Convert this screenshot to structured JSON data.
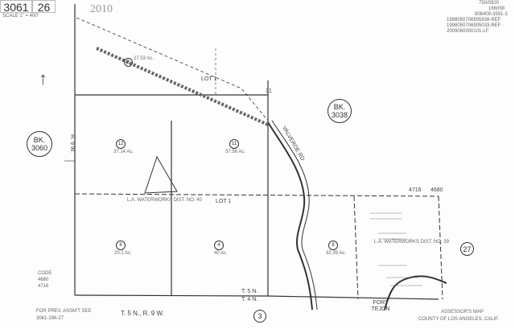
{
  "header": {
    "book": "3061",
    "page": "26",
    "scale_label": "SCALE 1\" = 400'",
    "stamp": "2010"
  },
  "top_right_notes": [
    "750/0920",
    "166058",
    "806409-3591-3",
    "1998050706905938-REF",
    "1998050706905033-REF",
    "2009060300101-LF"
  ],
  "neighbor_books": [
    {
      "label": "BK.",
      "number": "3060"
    },
    {
      "label": "BK.",
      "number": "3038"
    }
  ],
  "parcels": [
    "2",
    "12",
    "11",
    "6",
    "4",
    "8",
    "27",
    "3"
  ],
  "labels": {
    "lot_1": "LOT 1",
    "lot_1b": "LOT 1",
    "road": "VALVERDE RD",
    "section": "31",
    "range_line": "R. 9 W.",
    "waterworks_1": "L.A. WATERWORKS DIST. NO. 40",
    "waterworks_2": "L.A. WATERWORKS DIST. NO. 39",
    "township_upper": "T. 5 N.",
    "township_lower": "T. 4 N.",
    "code_title": "CODE",
    "code_values": [
      "4680",
      "4716"
    ],
    "code_boundary_left": "4716",
    "code_boundary_right": "4680",
    "fort_tejon": "FORT TEJON",
    "township_range": "T. 5 N., R. 9 W.",
    "prev_assmt": "FOR PREV. ASSM'T SEE",
    "prev_assmt_ref": "3061-296-27",
    "assessor_title": "ASSESSOR'S MAP",
    "county": "COUNTY OF LOS ANGELES, CALIF."
  },
  "acreages": {
    "p2": "27.53 Ac.",
    "p12": "37.14 Ac.",
    "p11": "37.56 Ac.",
    "p6": "20.1 Ac.",
    "p4": "40 Ac.",
    "p8": "32.39 Ac."
  }
}
